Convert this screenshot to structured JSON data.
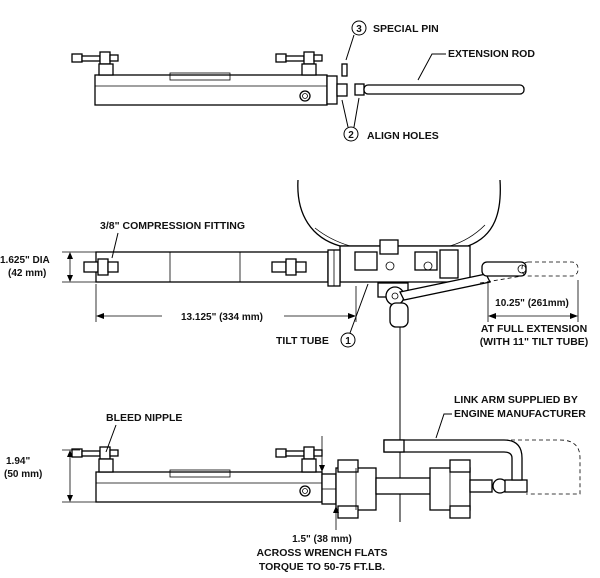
{
  "labels": {
    "special_pin": "SPECIAL PIN",
    "extension_rod": "EXTENSION ROD",
    "align_holes": "ALIGN HOLES",
    "compression_fitting": "3/8\" COMPRESSION FITTING",
    "dia_in": "1.625\" DIA",
    "dia_mm": "(42 mm)",
    "length": "13.125\" (334 mm)",
    "tilt_tube": "TILT TUBE",
    "extension_len": "10.25\" (261mm)",
    "full_ext_1": "AT FULL EXTENSION",
    "full_ext_2": "(WITH 11\" TILT TUBE)",
    "bleed_nipple": "BLEED NIPPLE",
    "height_in": "1.94\"",
    "height_mm": "(50 mm)",
    "link_arm_1": "LINK ARM SUPPLIED BY",
    "link_arm_2": "ENGINE MANUFACTURER",
    "wrench_1": "1.5\"  (38 mm)",
    "wrench_2": "ACROSS WRENCH FLATS",
    "wrench_3": "TORQUE TO 50-75 FT.LB."
  },
  "callouts": {
    "pin_number": "3",
    "holes_number": "2",
    "tilt_number": "1"
  }
}
